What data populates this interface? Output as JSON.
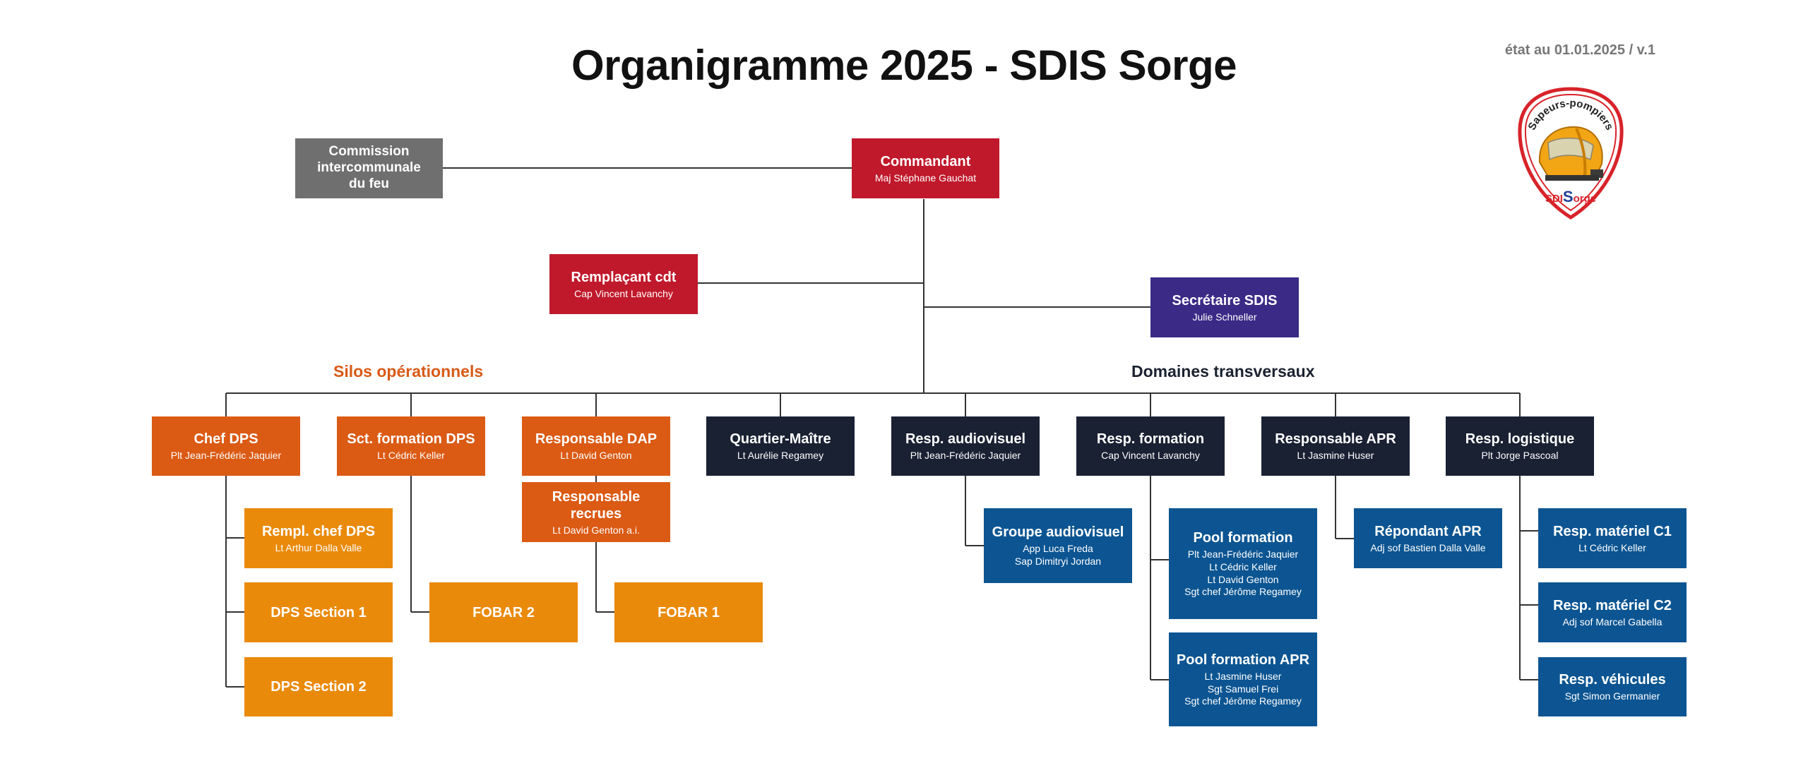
{
  "header": {
    "title": "Organigramme 2025 - SDIS Sorge",
    "stamp": "état au 01.01.2025 / v.1"
  },
  "labels": {
    "silos": "Silos opérationnels",
    "domaines": "Domaines transversaux"
  },
  "logo": {
    "arc_text": "Sapeurs-pompiers",
    "name_a": "SDI",
    "name_b": "S",
    "name_c": "orge",
    "icon": "firefighter-helmet-icon"
  },
  "colors": {
    "commandement": "#c0192b",
    "commission": "#6f6f6f",
    "secretariat": "#3b2a86",
    "silo_head": "#db5a14",
    "silo_sub": "#ea8a0b",
    "domaine_head": "#1a2133",
    "domaine_sub": "#0c5592",
    "line": "#333333",
    "label_silos": "#d85a16"
  },
  "nodes": {
    "commission": {
      "title": "Commission\nintercommunale\ndu feu",
      "lines": []
    },
    "commandant": {
      "title": "Commandant",
      "lines": [
        "Maj Stéphane Gauchat"
      ]
    },
    "remplacant": {
      "title": "Remplaçant cdt",
      "lines": [
        "Cap Vincent Lavanchy"
      ]
    },
    "secretaire": {
      "title": "Secrétaire SDIS",
      "lines": [
        "Julie Schneller"
      ]
    },
    "chef_dps": {
      "title": "Chef DPS",
      "lines": [
        "Plt Jean-Frédéric Jaquier"
      ]
    },
    "sct_formation_dps": {
      "title": "Sct. formation DPS",
      "lines": [
        "Lt Cédric Keller"
      ]
    },
    "resp_dap": {
      "title": "Responsable DAP",
      "lines": [
        "Lt David Genton"
      ]
    },
    "quartier_maitre": {
      "title": "Quartier-Maître",
      "lines": [
        "Lt Aurélie Regamey"
      ]
    },
    "resp_audiovisuel": {
      "title": "Resp. audiovisuel",
      "lines": [
        "Plt Jean-Frédéric Jaquier"
      ]
    },
    "resp_formation": {
      "title": "Resp. formation",
      "lines": [
        "Cap Vincent Lavanchy"
      ]
    },
    "resp_apr": {
      "title": "Responsable APR",
      "lines": [
        "Lt Jasmine Huser"
      ]
    },
    "resp_logistique": {
      "title": "Resp. logistique",
      "lines": [
        "Plt Jorge Pascoal"
      ]
    },
    "rempl_chef_dps": {
      "title": "Rempl. chef DPS",
      "lines": [
        "Lt Arthur Dalla Valle"
      ]
    },
    "dps_section_1": {
      "title": "DPS Section 1",
      "lines": []
    },
    "dps_section_2": {
      "title": "DPS Section 2",
      "lines": []
    },
    "fobar_2": {
      "title": "FOBAR 2",
      "lines": []
    },
    "resp_recrues": {
      "title": "Responsable recrues",
      "lines": [
        "Lt David Genton a.i."
      ]
    },
    "fobar_1": {
      "title": "FOBAR 1",
      "lines": []
    },
    "groupe_audiovisuel": {
      "title": "Groupe audiovisuel",
      "lines": [
        "App Luca Freda",
        "Sap Dimitryi Jordan"
      ]
    },
    "pool_formation": {
      "title": "Pool formation",
      "lines": [
        "Plt Jean-Frédéric Jaquier",
        "Lt Cédric Keller",
        "Lt David Genton",
        "Sgt chef Jérôme Regamey"
      ]
    },
    "pool_formation_apr": {
      "title": "Pool formation APR",
      "lines": [
        "Lt Jasmine Huser",
        "Sgt Samuel Frei",
        "Sgt chef Jérôme Regamey"
      ]
    },
    "repondant_apr": {
      "title": "Répondant APR",
      "lines": [
        "Adj sof Bastien Dalla Valle"
      ]
    },
    "resp_materiel_c1": {
      "title": "Resp. matériel C1",
      "lines": [
        "Lt Cédric Keller"
      ]
    },
    "resp_materiel_c2": {
      "title": "Resp. matériel C2",
      "lines": [
        "Adj sof Marcel Gabella"
      ]
    },
    "resp_vehicules": {
      "title": "Resp. véhicules",
      "lines": [
        "Sgt Simon Germanier"
      ]
    }
  }
}
